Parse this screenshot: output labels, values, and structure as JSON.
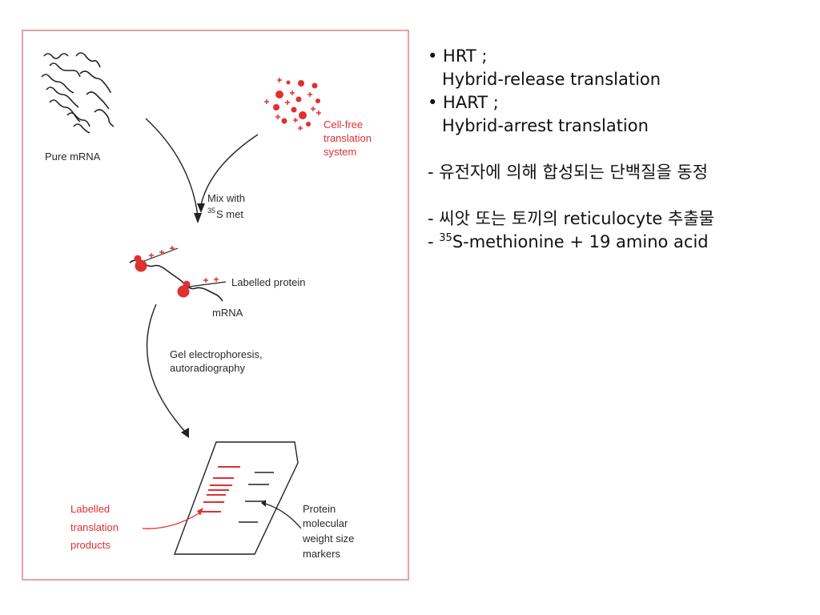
{
  "figure": {
    "pure_mrna_label": "Pure mRNA",
    "cellfree_label": [
      "Cell-free",
      "translation",
      "system"
    ],
    "mix_label": [
      "Mix with",
      "S met"
    ],
    "mix_sup": "35",
    "labelled_protein_label": "Labelled protein",
    "mrna_label": "mRNA",
    "gel_label": [
      "Gel electrophoresis,",
      "autoradiography"
    ],
    "labelled_products_label": [
      "Labelled",
      "translation",
      "products"
    ],
    "markers_label": [
      "Protein",
      "molecular",
      "weight size",
      "markers"
    ]
  },
  "notes": {
    "hrt_abbr": "• HRT ;",
    "hrt_full": "Hybrid-release translation",
    "hart_abbr": "• HART ;",
    "hart_full": "Hybrid-arrest translation",
    "note1": "- 유전자에 의해 합성되는 단백질을 동정",
    "note2": "- 씨앗 또는 토끼의 reticulocyte 추출물",
    "note3_prefix": "- ",
    "note3_sup": "35",
    "note3_rest": "S-methionine + 19 amino acid"
  },
  "colors": {
    "frame": "#e8a0a0",
    "accent_red": "#e03030",
    "text_dark": "#111111",
    "diagram_text": "#2a2a2a"
  }
}
